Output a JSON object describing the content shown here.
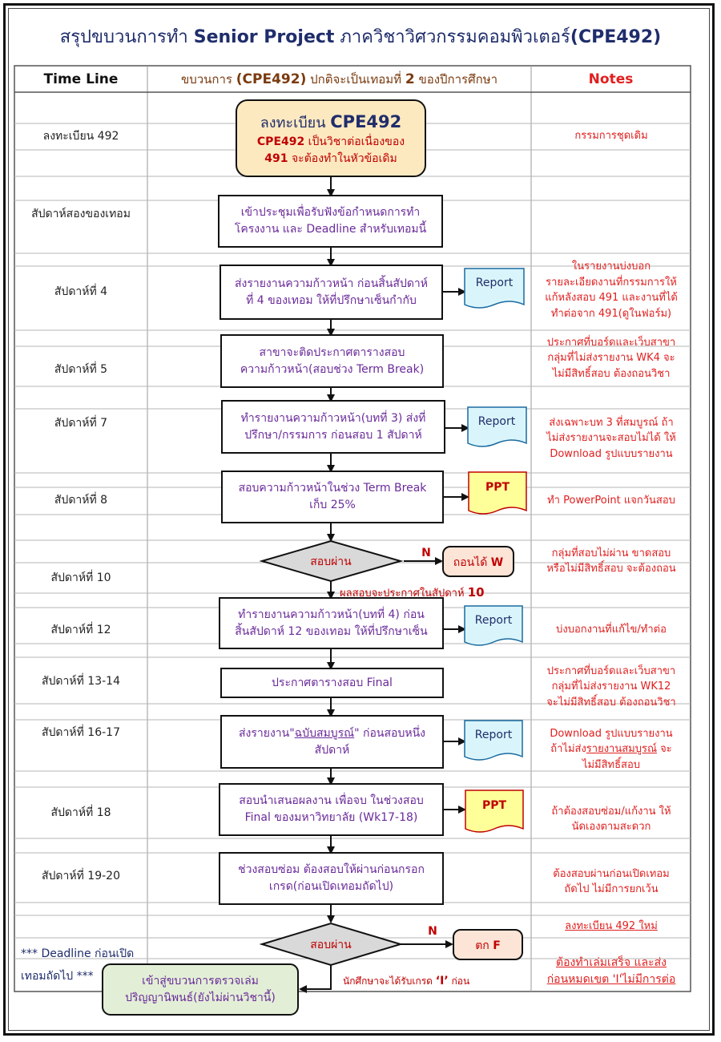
{
  "title": {
    "prefix": "สรุปขบวนการทำ ",
    "bold1": "Senior Project",
    "middle": " ภาควิชาวิศวกรรมคอมพิวเตอร์",
    "bold2": "(CPE492)"
  },
  "headers": {
    "timeline": "Time Line",
    "process_pre": "ขบวนการ ",
    "process_b1": "(CPE492)",
    "process_mid": " ปกติจะเป็นเทอมที่ ",
    "process_b2": "2",
    "process_post": " ของปีการศึกษา",
    "notes": "Notes"
  },
  "timeline": [
    "ลงทะเบียน 492",
    "สัปดาห์สองของเทอม",
    "สัปดาห์ที่ 4",
    "สัปดาห์ที่ 5",
    "สัปดาห์ที่ 7",
    "สัปดาห์ที่ 8",
    "สัปดาห์ที่ 10",
    "สัปดาห์ที่ 12",
    "สัปดาห์ที่ 13-14",
    "สัปดาห์ที่ 16-17",
    "สัปดาห์ที่ 18",
    "สัปดาห์ที่ 19-20"
  ],
  "deadline_note": {
    "line1": "*** Deadline ก่อนเปิด",
    "line2": "เทอมถัดไป ***"
  },
  "start_box": {
    "title_pre": "ลงทะเบียน ",
    "title_b": "CPE492",
    "line2_b": "CPE492",
    "line2": " เป็นวิชาต่อเนื่องของ",
    "line3_b": "491",
    "line3": " จะต้องทำในหัวข้อเดิม"
  },
  "steps": [
    {
      "line1": "เข้าประชุมเพื่อรับฟังข้อกำหนดการทำ",
      "line2": "โครงงาน และ  Deadline สำหรับเทอมนี้"
    },
    {
      "line1": "ส่งรายงานความก้าวหน้า ก่อนสิ้นสัปดาห์",
      "line2": "ที่ 4 ของเทอม ให้ที่ปรึกษาเซ็นกำกับ"
    },
    {
      "line1": "สาขาจะติดประกาศตารางสอบ",
      "line2": "ความก้าวหน้า(สอบช่วง Term Break)"
    },
    {
      "line1": "ทำรายงานความก้าวหน้า(บทที่ 3) ส่งที่",
      "line2": "ปรึกษา/กรรมการ ก่อนสอบ 1 สัปดาห์"
    },
    {
      "line1": "สอบความก้าวหน้าในช่วง Term Break",
      "line2": "เก็บ 25%"
    },
    {
      "line1": "ทำรายงานความก้าวหน้า(บทที่ 4) ก่อน",
      "line2": "สิ้นสัปดาห์ 12 ของเทอม ให้ที่ปรึกษาเซ็น"
    },
    {
      "line1": "ประกาศตารางสอบ Final",
      "line2": ""
    },
    {
      "line1_pre": "ส่งรายงาน\"",
      "line1_u": "ฉบับสมบูรณ์",
      "line1_post": "\" ก่อนสอบหนึ่ง",
      "line2": "สัปดาห์"
    },
    {
      "line1": "สอบนำเสนอผลงาน เพื่อจบ ในช่วงสอบ",
      "line2": "Final ของมหาวิทยาลัย (Wk17-18)"
    },
    {
      "line1": "ช่วงสอบซ่อม ต้องสอบให้ผ่านก่อนกรอก",
      "line2": "เกรด(ก่อนเปิดเทอมถัดไป)"
    }
  ],
  "decisions": {
    "d1": "สอบผ่าน",
    "d2": "สอบผ่าน",
    "no_label": "N",
    "withdraw_pre": "ถอนได้ ",
    "withdraw_b": "W",
    "fail_pre": "ตก ",
    "fail_b": "F",
    "result_note_pre": "ผลสอบจะประกาศในสัปดาห์ ",
    "result_note_b": "10",
    "i_note_pre": "นักศึกษาจะได้รับเกรด  ",
    "i_note_b": "‘I’",
    "i_note_post": " ก่อน"
  },
  "end_box": {
    "line1": "เข้าสู่ขบวนการตรวจเล่ม",
    "line2": "ปริญญานิพนธ์(ยังไม่ผ่านวิชานี้)"
  },
  "docs": {
    "report": "Report",
    "ppt": "PPT"
  },
  "notes": [
    {
      "lines": [
        "กรรมการชุดเดิม"
      ]
    },
    {
      "lines": [
        "ในรายงานบ่งบอก",
        "รายละเอียดงานที่กรรมการให้",
        "แก้หลังสอบ 491 และงานที่ได้",
        "ทำต่อจาก 491(ดูในฟอร์ม)"
      ]
    },
    {
      "lines": [
        "ประกาศที่บอร์ดและเว็บสาขา",
        "กลุ่มที่ไม่ส่งรายงาน WK4 จะ",
        "ไม่มีสิทธิ์สอบ ต้องถอนวิชา"
      ]
    },
    {
      "lines": [
        "ส่งเฉพาะบท 3 ที่สมบูรณ์ ถ้า",
        "ไม่ส่งรายงานจะสอบไม่ได้ ให้",
        "Download รูปแบบรายงาน"
      ]
    },
    {
      "lines": [
        "ทำ PowerPoint แจกวันสอบ"
      ]
    },
    {
      "lines": [
        "กลุ่มที่สอบไม่ผ่าน ขาดสอบ",
        "หรือไม่มีสิทธิ์สอบ จะต้องถอน"
      ]
    },
    {
      "lines": [
        "บ่งบอกงานที่แก้ไข/ทำต่อ"
      ]
    },
    {
      "lines": [
        "ประกาศที่บอร์ดและเว็บสาขา",
        "กลุ่มที่ไม่ส่งรายงาน WK12",
        "จะไม่มีสิทธิ์สอบ ต้องถอนวิชา"
      ]
    },
    {
      "line1": "Download รูปแบบรายงาน",
      "line2_pre": "ถ้าไม่ส่ง",
      "line2_u": "รายงานสมบูรณ์",
      "line2_post": " จะ",
      "line3": "ไม่มีสิทธิ์สอบ"
    },
    {
      "lines": [
        "ถ้าต้องสอบซ่อม/แก้งาน ให้",
        "นัดเองตามสะดวก"
      ]
    },
    {
      "lines": [
        "ต้องสอบผ่านก่อนเปิดเทอม",
        "ถัดไป ไม่มีการยกเว้น"
      ]
    },
    {
      "lines": [
        "ลงทะเบียน 492 ใหม่"
      ]
    },
    {
      "lines": [
        "ต้องทำเล่มเสร็จ และส่ง",
        "ก่อนหมดเขต 'I'ไม่มีการต่อ"
      ]
    }
  ],
  "colors": {
    "start_fill": "#fde9c0",
    "end_fill": "#e2efd6",
    "diamond_fill": "#d9d9d9",
    "report_fill": "#d9f5fb",
    "ppt_fill": "#ffff99",
    "terminal_fill": "#fce4d6",
    "step_text": "#6a2a9a",
    "note_text": "#e0201f",
    "accent_text": "#c00000",
    "title_text": "#1f2d6b"
  }
}
